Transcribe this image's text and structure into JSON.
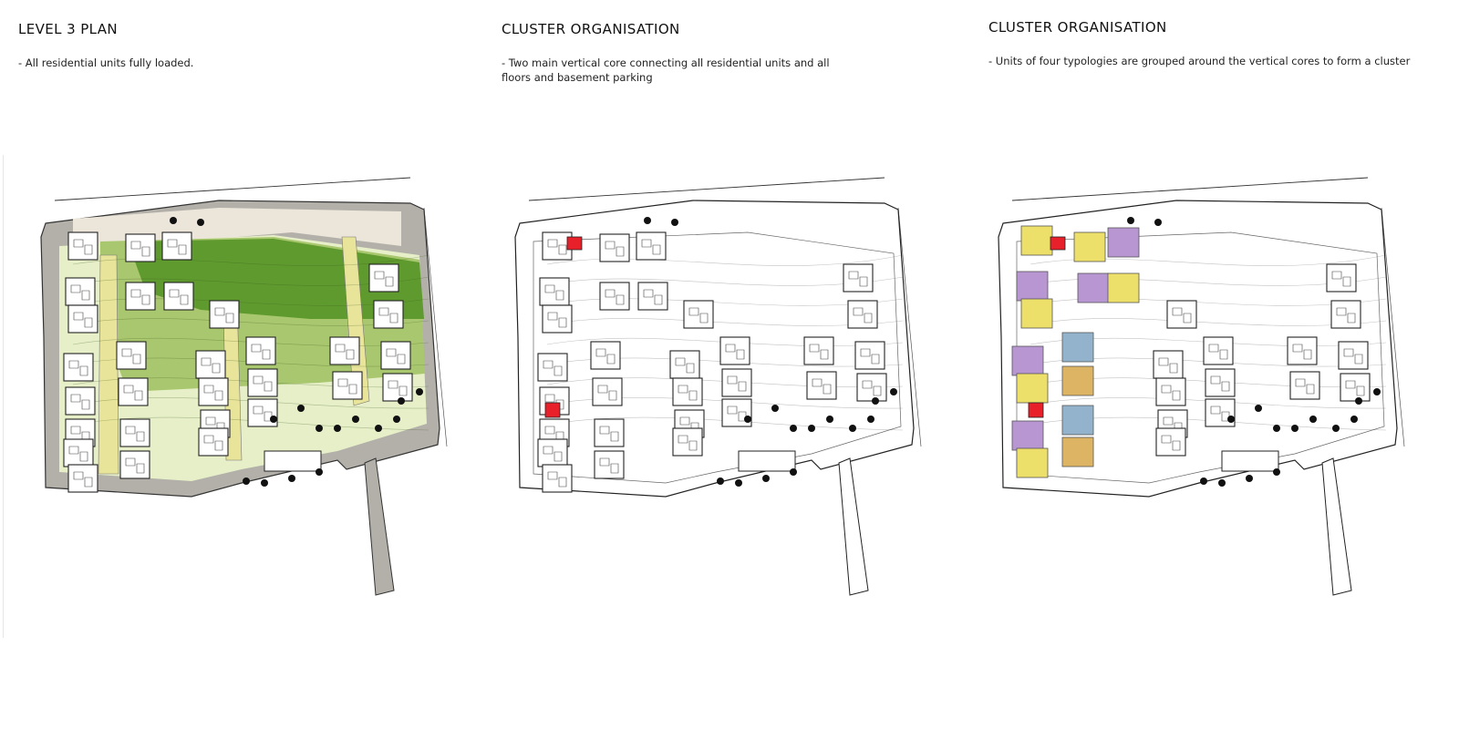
{
  "panels": [
    {
      "title": "LEVEL 3 PLAN",
      "description": "- All residential units fully loaded."
    },
    {
      "title": "CLUSTER ORGANISATION",
      "description": "- Two main vertical core connecting all residential units and all\n  floors and basement parking"
    },
    {
      "title": "CLUSTER ORGANISATION",
      "description": "- Units of four typologies are grouped around the vertical cores to form a cluster"
    }
  ],
  "colors": {
    "core": "#e8202a",
    "typology_yellow": "#ece06a",
    "typology_purple": "#b796d2",
    "typology_blue": "#93b3cc",
    "typology_orange": "#ddb463",
    "green_dark": "#5f9a2e",
    "green_light": "#e6efc8",
    "road": "#b2b0a9",
    "forecourt": "#ebe5da"
  }
}
